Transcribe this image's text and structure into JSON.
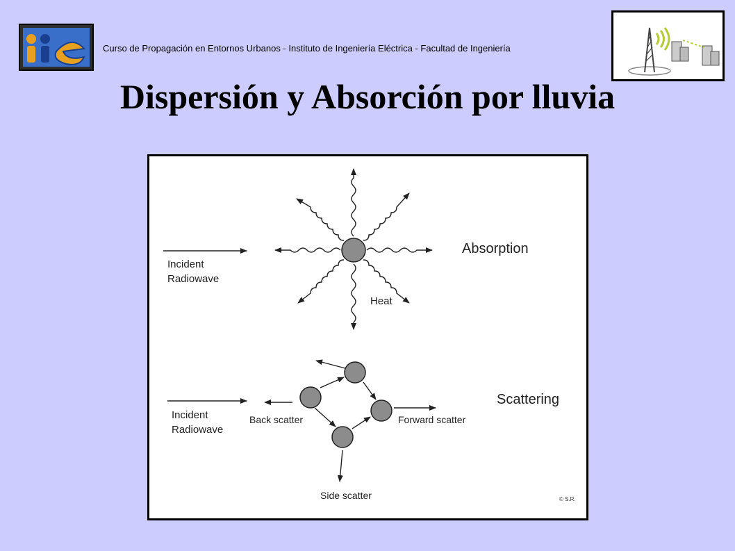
{
  "header": {
    "course_text": "Curso de Propagación en Entornos Urbanos - Instituto de Ingeniería Eléctrica - Facultad de Ingeniería",
    "left_logo_icon": "iie-logo-icon",
    "right_logo_icon": "antenna-buildings-icon"
  },
  "slide": {
    "title": "Dispersión y Absorción por lluvia"
  },
  "figure": {
    "absorption": {
      "incident_line1": "Incident",
      "incident_line2": "Radiowave",
      "label": "Absorption",
      "heat_label": "Heat"
    },
    "scattering": {
      "incident_line1": "Incident",
      "incident_line2": "Radiowave",
      "label": "Scattering",
      "back_label": "Back scatter",
      "forward_label": "Forward scatter",
      "side_label": "Side scatter"
    },
    "copyright": "© S.R.",
    "colors": {
      "drop_fill": "#8c8c8c",
      "stroke": "#222222"
    }
  }
}
